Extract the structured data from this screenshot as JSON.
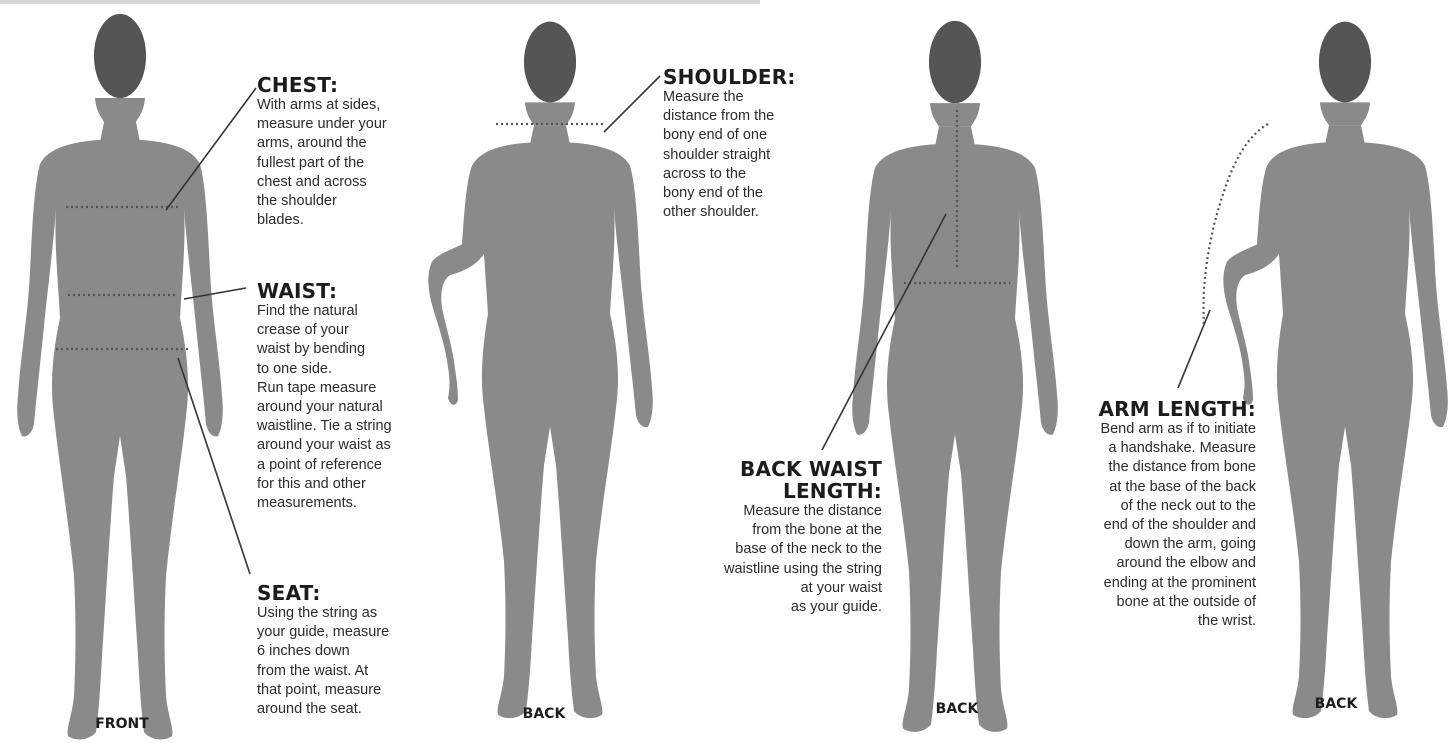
{
  "colors": {
    "body": "#8a8a8a",
    "head": "#555555",
    "dots": "#555555",
    "leader": "#333333"
  },
  "figures": {
    "front": "FRONT",
    "back1": "BACK",
    "back2": "BACK",
    "back3": "BACK"
  },
  "chest": {
    "title": "CHEST:",
    "lines": [
      "With arms at sides,",
      "measure under your",
      "arms, around the",
      "fullest part of the",
      "chest and across",
      "the shoulder",
      "blades."
    ]
  },
  "waist": {
    "title": "WAIST:",
    "lines": [
      "Find the natural",
      "crease of your",
      "waist by bending",
      "to one side.",
      "Run tape measure",
      "around your natural",
      "waistline. Tie a string",
      "around your waist as",
      "a point of reference",
      "for this and other",
      "measurements."
    ]
  },
  "seat": {
    "title": "SEAT:",
    "lines": [
      "Using the string as",
      "your guide, measure",
      "6 inches down",
      "from the waist. At",
      "that point, measure",
      "around the seat."
    ]
  },
  "shoulder": {
    "title": "SHOULDER:",
    "lines": [
      "Measure the",
      "distance from the",
      "bony end of one",
      "shoulder straight",
      "across to the",
      "bony end of the",
      "other shoulder."
    ]
  },
  "back_waist": {
    "title_lines": [
      "BACK WAIST",
      "LENGTH:"
    ],
    "lines": [
      "Measure the distance",
      "from the bone at the",
      "base of the neck to the",
      "waistline using the string",
      "at your waist",
      "as your guide."
    ]
  },
  "arm_length": {
    "title": "ARM LENGTH:",
    "lines": [
      "Bend arm as if to initiate",
      "a handshake. Measure",
      "the distance from bone",
      "at the base of the back",
      "of the neck out to the",
      "end of the shoulder and",
      "down the arm, going",
      "around the elbow and",
      "ending at the prominent",
      "bone at the outside of",
      "the wrist."
    ]
  }
}
